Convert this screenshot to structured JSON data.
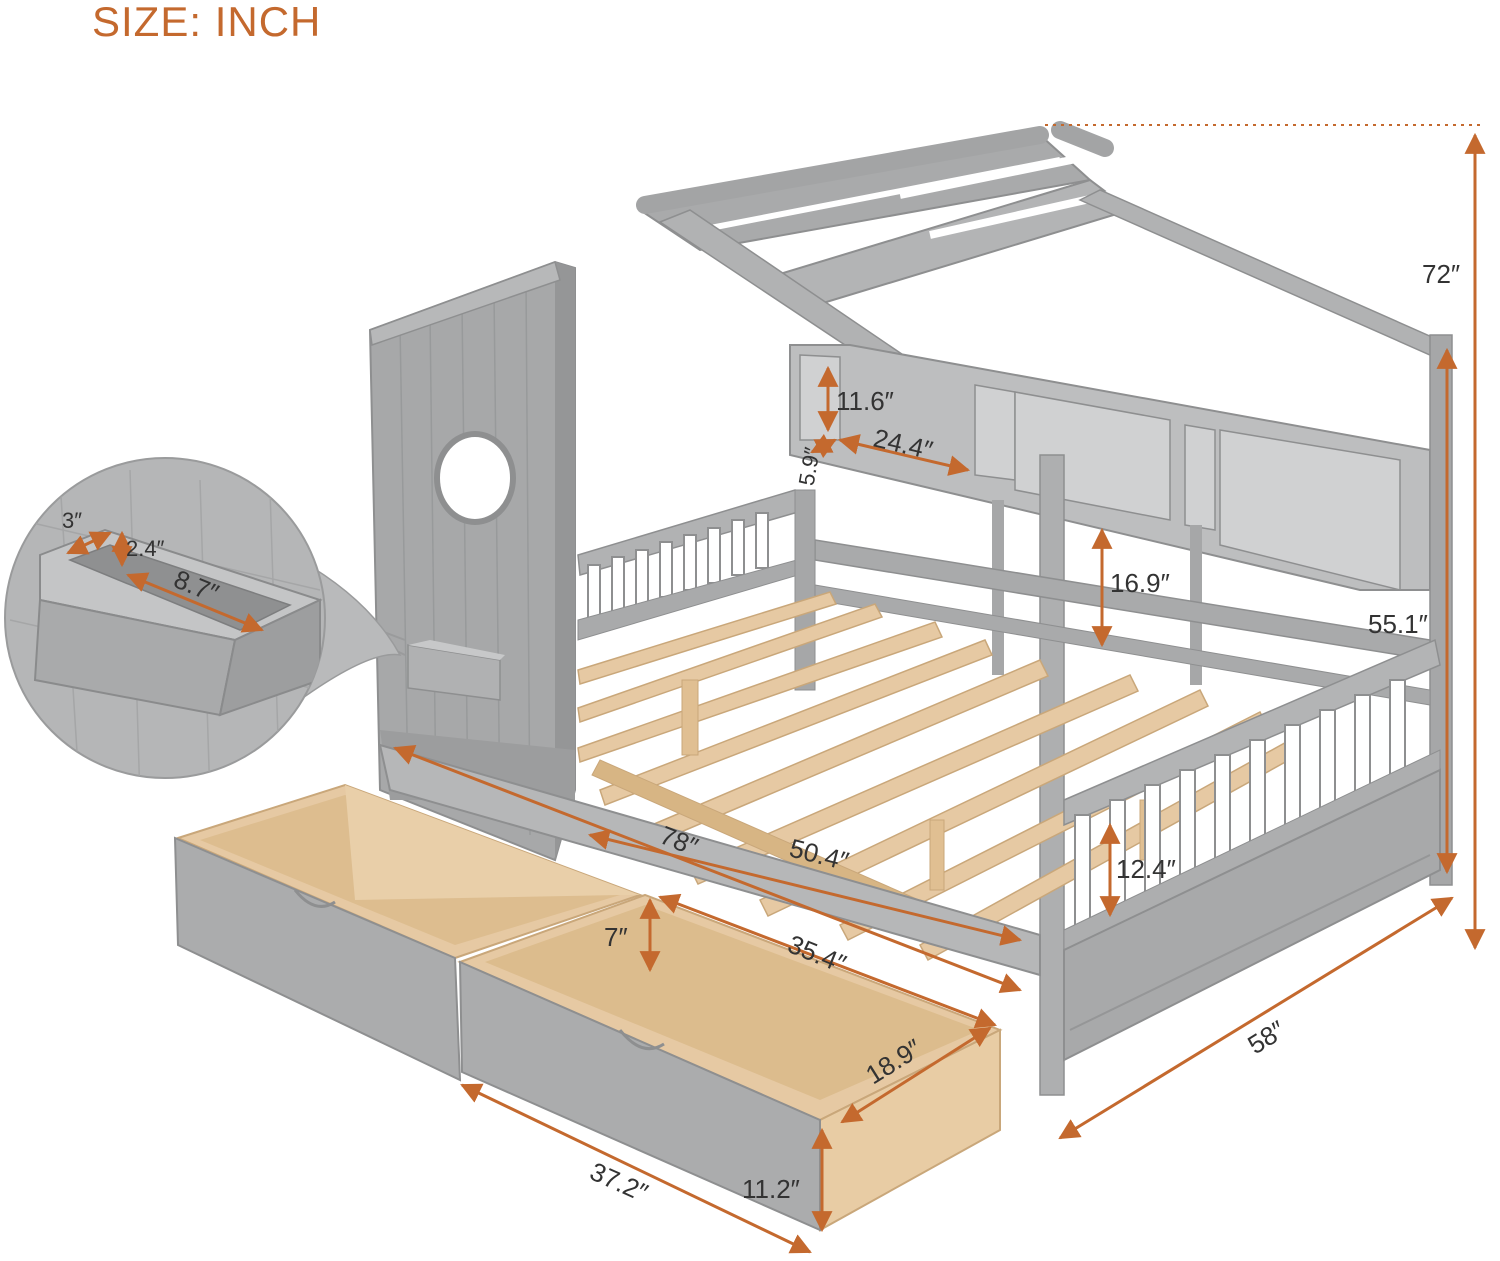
{
  "title": "SIZE: INCH",
  "colors": {
    "accent": "#c4692e",
    "frame": "#a9aaab",
    "frame_dark": "#8e8f90",
    "frame_light": "#c2c3c4",
    "wood": "#e6c9a3",
    "wood_dark": "#d7b584",
    "text": "#333333"
  },
  "dimensions": {
    "overall_height": "72″",
    "post_height": "55.1″",
    "shelf_height": "11.6″",
    "shelf_width": "24.4″",
    "shelf_depth": "5.9″",
    "rail_gap": "16.9″",
    "guardrail_height": "12.4″",
    "bed_length": "78″",
    "mattress_length": "50.4″",
    "bed_width": "58″",
    "drawer_inner_length": "35.4″",
    "drawer_inner_depth": "7″",
    "drawer_inner_width": "18.9″",
    "drawer_length": "37.2″",
    "drawer_height": "11.2″",
    "pocket_depth": "3″",
    "pocket_height": "2.4″",
    "pocket_length": "8.7″"
  }
}
